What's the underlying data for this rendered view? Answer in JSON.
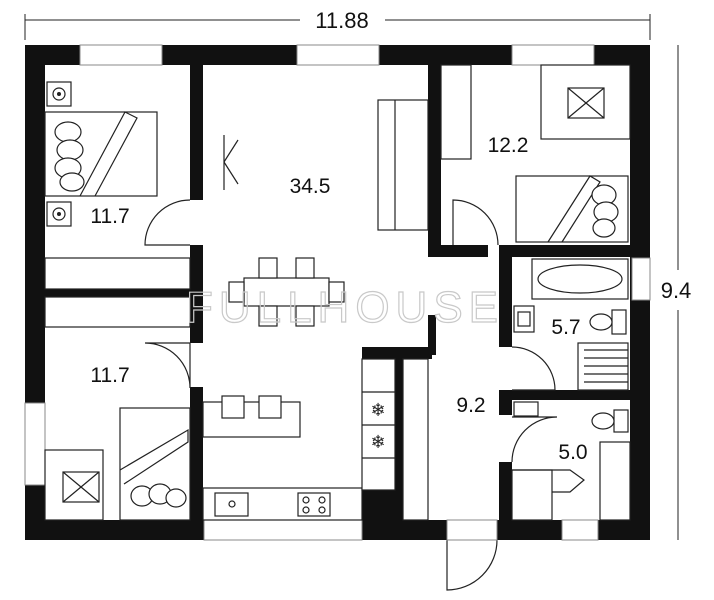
{
  "dimensions": {
    "width": "11.88",
    "height": "9.4"
  },
  "rooms": [
    {
      "id": "bedroom-top-left",
      "area": "11.7"
    },
    {
      "id": "living-room",
      "area": "34.5"
    },
    {
      "id": "bedroom-top-right",
      "area": "12.2"
    },
    {
      "id": "bedroom-bottom-left",
      "area": "11.7"
    },
    {
      "id": "bathroom",
      "area": "5.7"
    },
    {
      "id": "hallway",
      "area": "9.2"
    },
    {
      "id": "toilet",
      "area": "5.0"
    }
  ],
  "watermark": "FULLHOUSE",
  "colors": {
    "wall": "#111111",
    "line": "#222222",
    "background": "#ffffff"
  }
}
